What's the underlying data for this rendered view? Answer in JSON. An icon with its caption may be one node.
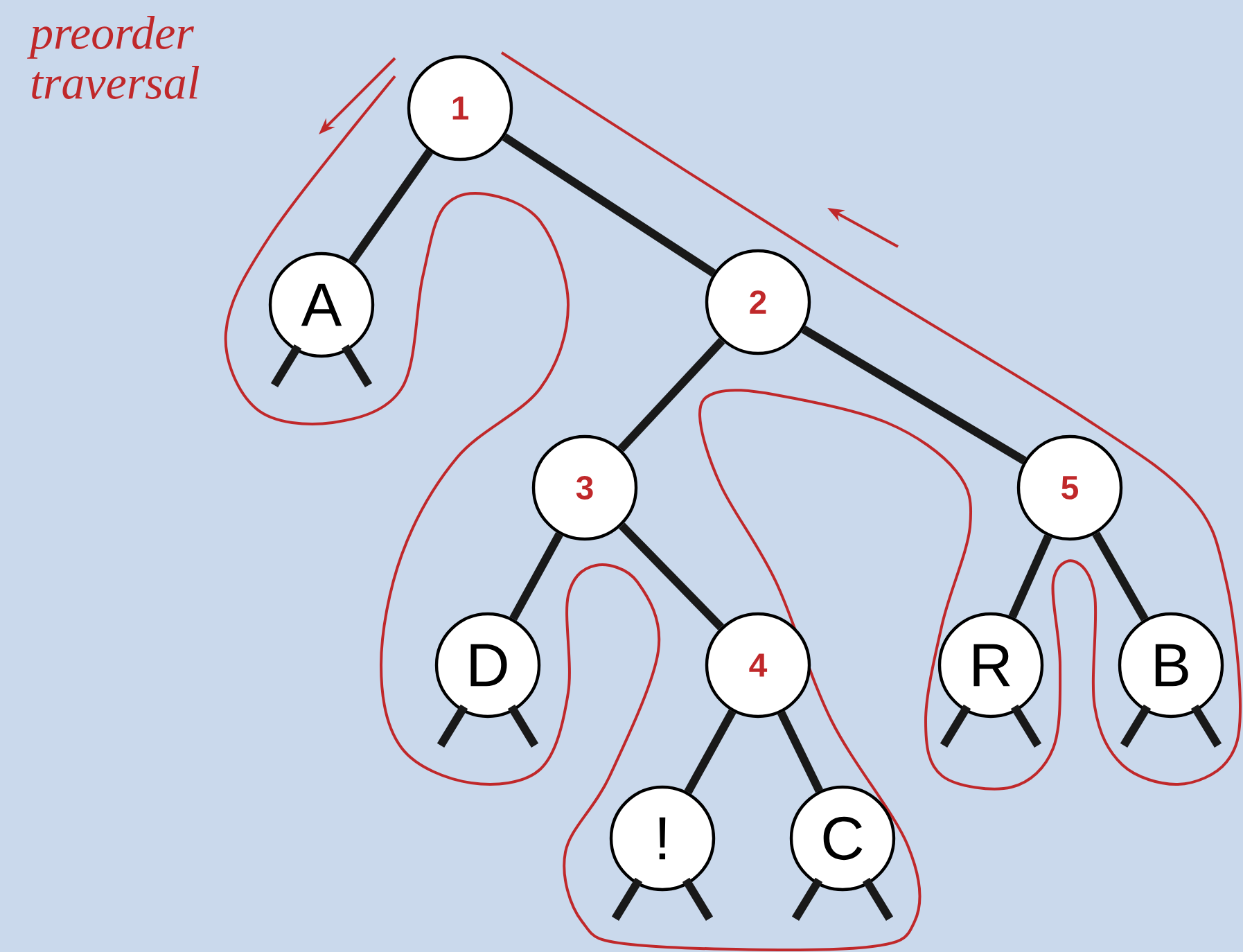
{
  "diagram": {
    "nodes": [
      {
        "text": [
          "1"
        ]
      },
      {
        "text": [
          "A"
        ]
      },
      {
        "text": [
          "2"
        ]
      },
      {
        "text": [
          "3"
        ]
      },
      {
        "text": [
          "5"
        ]
      },
      {
        "text": [
          "D"
        ]
      },
      {
        "text": [
          "4"
        ]
      },
      {
        "text": [
          "R"
        ]
      },
      {
        "text": [
          "B"
        ]
      },
      {
        "text": [
          "!"
        ]
      },
      {
        "text": [
          "C"
        ]
      }
    ],
    "edges": [
      {
        "from": 0,
        "to": 1,
        "arrow": "none"
      },
      {
        "from": 0,
        "to": 2,
        "arrow": "none"
      },
      {
        "from": 2,
        "to": 3,
        "arrow": "none"
      },
      {
        "from": 2,
        "to": 4,
        "arrow": "none"
      },
      {
        "from": 3,
        "to": 5,
        "arrow": "none"
      },
      {
        "from": 3,
        "to": 6,
        "arrow": "none"
      },
      {
        "from": 4,
        "to": 7,
        "arrow": "none"
      },
      {
        "from": 4,
        "to": 8,
        "arrow": "none"
      },
      {
        "from": 6,
        "to": 9,
        "arrow": "none"
      },
      {
        "from": 6,
        "to": 10,
        "arrow": "none"
      },
      {
        "from": 1,
        "to": null,
        "arrow": "none"
      },
      {
        "from": 1,
        "to": null,
        "arrow": "none"
      },
      {
        "from": 5,
        "to": null,
        "arrow": "none"
      },
      {
        "from": 5,
        "to": null,
        "arrow": "none"
      },
      {
        "from": 7,
        "to": null,
        "arrow": "none"
      },
      {
        "from": 7,
        "to": null,
        "arrow": "none"
      },
      {
        "from": 8,
        "to": null,
        "arrow": "none"
      },
      {
        "from": 8,
        "to": null,
        "arrow": "none"
      },
      {
        "from": 9,
        "to": null,
        "arrow": "none"
      },
      {
        "from": 9,
        "to": null,
        "arrow": "none"
      },
      {
        "from": 10,
        "to": null,
        "arrow": "none"
      },
      {
        "from": 10,
        "to": null,
        "arrow": "none"
      }
    ],
    "labels": [
      "preorder traversal"
    ]
  }
}
